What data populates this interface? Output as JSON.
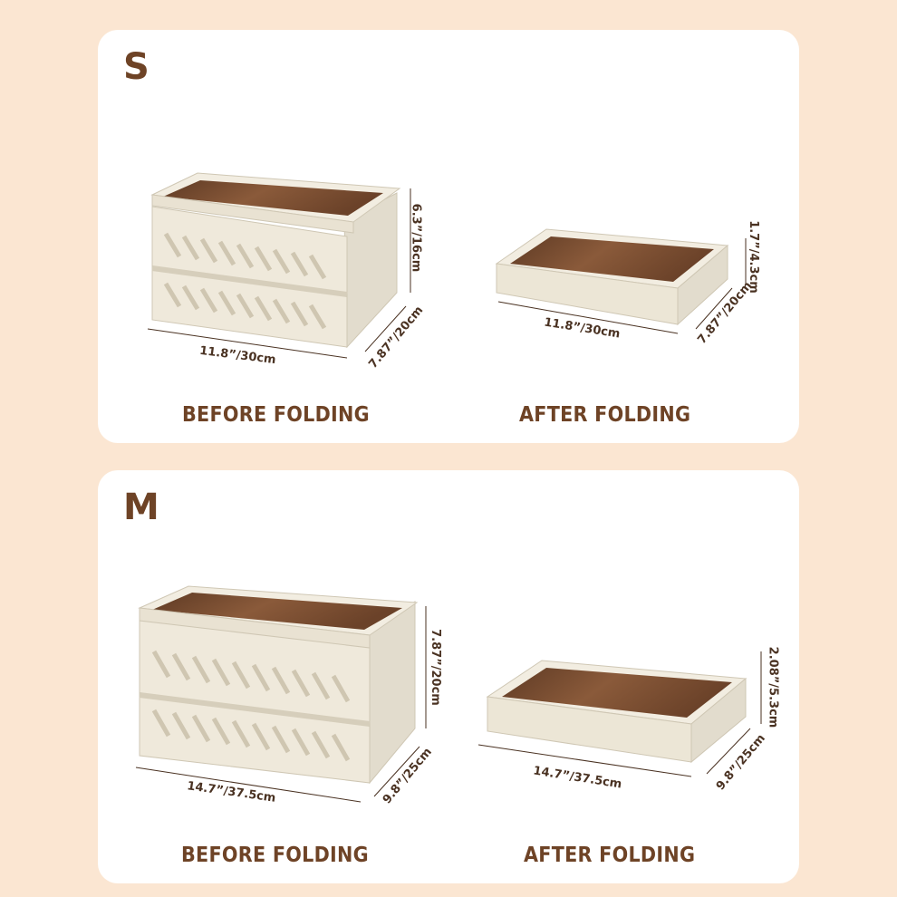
{
  "colors": {
    "background": "#fbe6d2",
    "card": "#ffffff",
    "heading_brown": "#6e4326",
    "wood": "#7a4a2e",
    "crate": "#efe9db"
  },
  "sizes": [
    {
      "letter": "S",
      "before": {
        "caption": "BEFORE FOLDING",
        "width": "11.8”/30cm",
        "depth": "7.87”/20cm",
        "height": "6.3”/16cm"
      },
      "after": {
        "caption": "AFTER FOLDING",
        "width": "11.8”/30cm",
        "depth": "7.87”/20cm",
        "height": "1.7”/4.3cm"
      }
    },
    {
      "letter": "M",
      "before": {
        "caption": "BEFORE FOLDING",
        "width": "14.7”/37.5cm",
        "depth": "9.8”/25cm",
        "height": "7.87”/20cm"
      },
      "after": {
        "caption": "AFTER FOLDING",
        "width": "14.7”/37.5cm",
        "depth": "9.8”/25cm",
        "height": "2.08”/5.3cm"
      }
    }
  ]
}
